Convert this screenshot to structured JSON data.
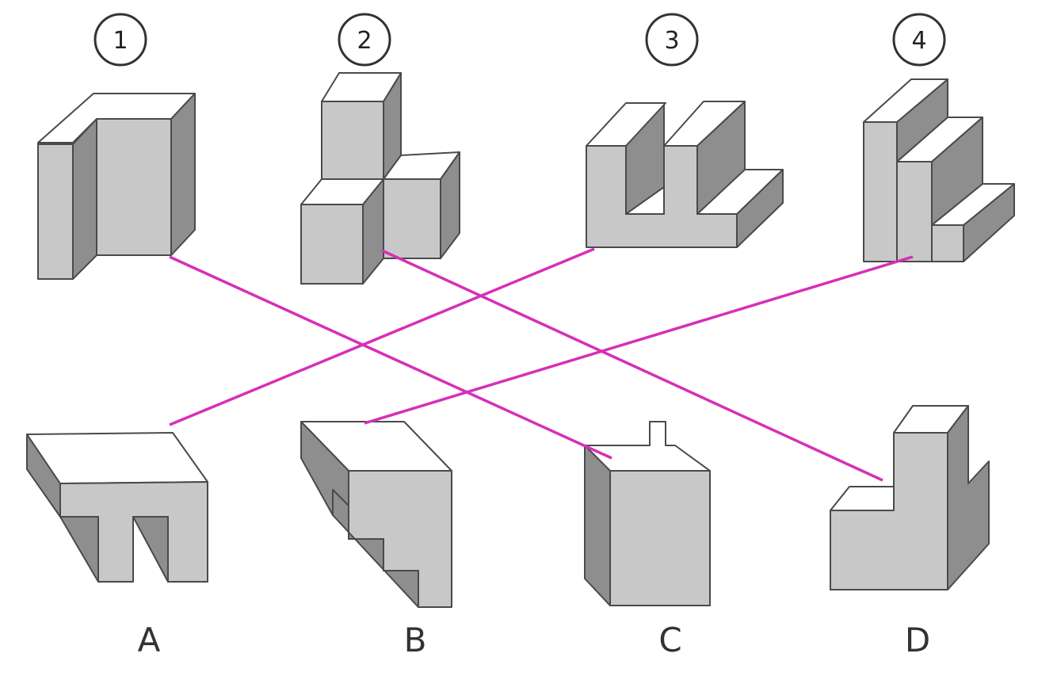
{
  "top_labels": [
    "1",
    "2",
    "3",
    "4"
  ],
  "bottom_labels": [
    "A",
    "B",
    "C",
    "D"
  ],
  "matches": [
    {
      "from": "1",
      "to": "C"
    },
    {
      "from": "2",
      "to": "D"
    },
    {
      "from": "3",
      "to": "A"
    },
    {
      "from": "4",
      "to": "B"
    }
  ],
  "line_color": "#d62fb8"
}
